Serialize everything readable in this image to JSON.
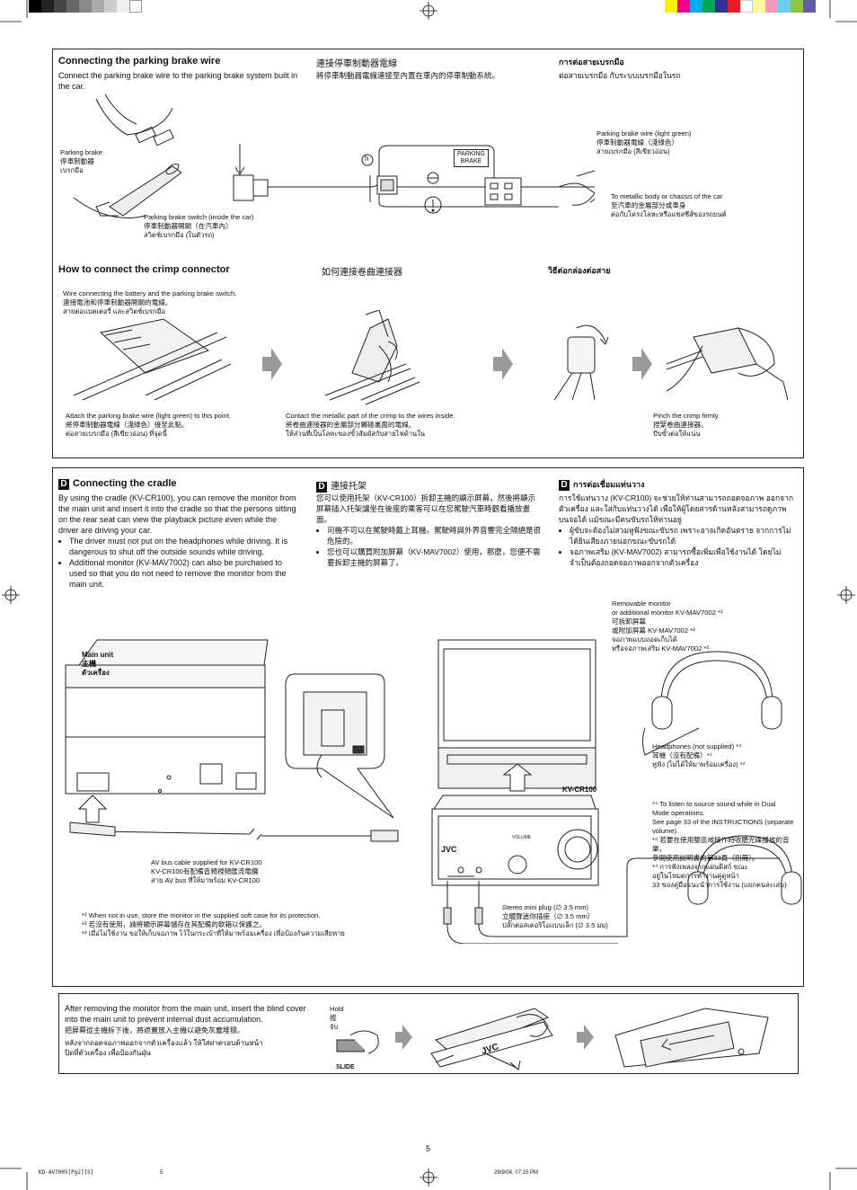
{
  "colors": {
    "registration_bar": [
      "#000000",
      "#222222",
      "#444444",
      "#666666",
      "#888888",
      "#aaaaaa",
      "#cccccc",
      "#eeeeee",
      "#ffffff"
    ],
    "color_bar": [
      "#fff200",
      "#ec008c",
      "#00aeef",
      "#00a651",
      "#2e3192",
      "#ed1c24",
      "#ffffff",
      "#fff799",
      "#f49ac1",
      "#6dcff6",
      "#8dc63f",
      "#605ca8",
      "#f7977a",
      "#e0e0e0"
    ]
  },
  "parking": {
    "title_en": "Connecting the parking brake wire",
    "body_en": "Connect the parking brake wire to the parking brake system built in the car.",
    "title_zh": "連接停車制動器電線",
    "body_zh": "將停車制動器電線連接至內置在車內的停車制動系統。",
    "title_th": "การต่อสายเบรกมือ",
    "body_th": "ต่อสายเบรกมือ กับระบบเบรกมือในรถ",
    "label_brake": "Parking brake\n停車制動器\nเบรกมือ",
    "label_switch": "Parking brake switch (inside the car)\n停車制動器開關（在汽車內）\nสวิตช์เบรกมือ (ในตัวรถ)",
    "label_wire": "Parking brake wire (light green)\n停車制動器電線（淺綠色）\nสายเบรกมือ (สีเขียวอ่อน)",
    "label_chassis": "To metallic body or chassis of the car\n至汽車的金屬部分或車身\nต่อกับโครงโลหะหรือแชสซีส์ของรถยนต์",
    "connector_label": "PARKING\nBRAKE",
    "ref_h": "h"
  },
  "crimp": {
    "title_en": "How to connect the crimp connector",
    "title_zh": "如何連接卷曲連接器",
    "title_th": "วิธีต่อกล่องต่อสาย",
    "label_battery": "Wire connecting the battery and the parking brake switch.\n連接電池和停車制動器開關的電線。\nสายต่อแบตเตอรี่ และสวิตช์เบรกมือ",
    "label_attach": "Attach the parking brake wire (light green) to this point.\n將停車制動器電線（淺綠色）接至此點。\nต่อสายเบรกมือ (สีเขียวอ่อน) ที่จุดนี้",
    "label_contact": "Contact the metallic part of the crimp to the wires inside.\n將卷曲連接器的金屬部分觸碰裏面的電線。\nให้ส่วนที่เป็นโลหะของขั้วสัมผัสกับสายไฟด้านใน",
    "label_pinch": "Pinch the crimp firmly.\n捏緊卷曲連接器。\nบีบขั้วต่อให้แน่น"
  },
  "cradle": {
    "marker": "D",
    "title_en": "Connecting the cradle",
    "body_en": "By using the cradle (KV-CR100), you can remove the monitor from the main unit and insert it into the cradle so that the persons sitting on the rear seat can view the playback picture even while the driver are driving your car.",
    "bullets_en": [
      "The driver must not put on the headphones while driving. It is dangerous to shut off the outside sounds while driving.",
      "Additional monitor (KV-MAV7002) can also be purchased to used so that you do not need to remove the monitor from the main unit."
    ],
    "title_zh": "連接托架",
    "body_zh": "您可以使用托架（KV-CR100）拆卸主機的顯示屏幕，然後將顯示屏幕插入托架讓坐在後座的乘客可以在您駕駛汽車時觀看播放畫面。",
    "bullets_zh": [
      "司機不可以在駕駛時戴上耳機。駕駛時與外界音響完全隔絕是很危險的。",
      "您也可以購買附加屏幕（KV-MAV7002）使用，那麼，您便不需要拆卸主機的屏幕了。"
    ],
    "title_th": "การต่อเชื่อมแท่นวาง",
    "body_th": "การใช้แท่นวาง (KV-CR100) จะช่วยให้ท่านสามารถถอดจอภาพ ออกจากตัวเครื่อง และใส่กับแท่นวางได้ เพื่อให้ผู้โดยสารด้านหลังสามารถดูภาพบนจอได้ แม้ขณะมีคนขับรถให้ท่านอยู่",
    "bullets_th": [
      "ผู้ขับจะต้องไม่สวมหูฟังขณะขับรถ เพราะอาจเกิดอันตราย จากการไม่ได้ยินเสียงภายนอกขณะขับรถได้",
      "จอภาพเสริม (KV-MAV7002) สามารถซื้อเพิ่มเพื่อใช้งานได้ โดยไม่จำเป็นต้องถอดจอภาพออกจากตัวเครื่อง"
    ],
    "label_main": "Main unit\n主機\nตัวเครื่อง",
    "label_monitor": "Removable monitor\nor additional monitor KV-MAV7002 *³\n可拆卸屏幕\n或附加屏幕 KV-MAV7002 *³\nจอภาพแบบถอดเก็บได้\nหรือจอภาพเสริม KV-MAV7002 *³",
    "label_cradle": "KV-CR100",
    "label_headphones": "Headphones (not supplied) *⁴\n耳機（沒有配備）*⁴\nหูฟัง (ไม่ได้ให้มาพร้อมเครื่อง) *⁴",
    "label_avbus": "AV bus cable supplied for KV-CR100\nKV-CR100有配備音頻視頻匯流電纜\nสาย AV bus ที่ให้มาพร้อม KV-CR100",
    "label_plug": "Stereo mini plug (∅ 3.5 mm)\n立體聲迷你插座（∅ 3.5 mm）\nปลั๊กต่อสเตอริโอแบบเล็ก (∅ 3.5 มม)",
    "note4": "*⁴ To listen to source sound while in Dual Mode operations.\nSee page 33 of the INSTRUCTIONS (separate volume).\n*⁴ 若要在使用雙區域操作時收聽光碟播放的音樂，\n參閱使用說明書的第33頁（別冊）。\n*⁴ การฟังเพลงจากแผ่นดิสก์ ขณะ\nอยู่ในโหมดการทำงานคู่ดูหน้า\n33 ของคู่มือแนะนำการใช้งาน (แยกคนละเล่ม)",
    "note3": "*³ When not in use, store the monitor in the supplied soft case for its protection.\n*³ 若沒有使用，請將顯示屏幕儲存在其配備的軟箱以保護之。\n*³ เมื่อไม่ใช้งาน ขอให้เก็บจอภาพ ไว้ในกระเป๋าที่ให้มาพร้อมเครื่อง เพื่อป้องกันความเสียหาย",
    "brand": "JVC",
    "knob_label": "VOLUME"
  },
  "blind": {
    "body_en": "After removing the monitor from the main unit, insert the blind cover into the main unit to prevent internal dust accumulation.",
    "body_zh": "把屏幕從主機拆下後，將遮蓋放入主機以避免灰塵堆積。",
    "body_th": "หลังจากถอดจอภาพออกจากตัวเครื่องแล้ว ให้ใส่ฝาครอบด้านหน้า ปิดที่ตัวเครื่อง เพื่อป้องกันฝุ่น",
    "hold_label": "Hold\n按\nจับ",
    "slide_label": "SLIDE",
    "brand": "JVC"
  },
  "footer": {
    "page_number": "5",
    "file_code": "KD-AV7005[Pg2][S]",
    "center_number": "5",
    "timestamp": "29/9/04, 07:15 PM"
  }
}
